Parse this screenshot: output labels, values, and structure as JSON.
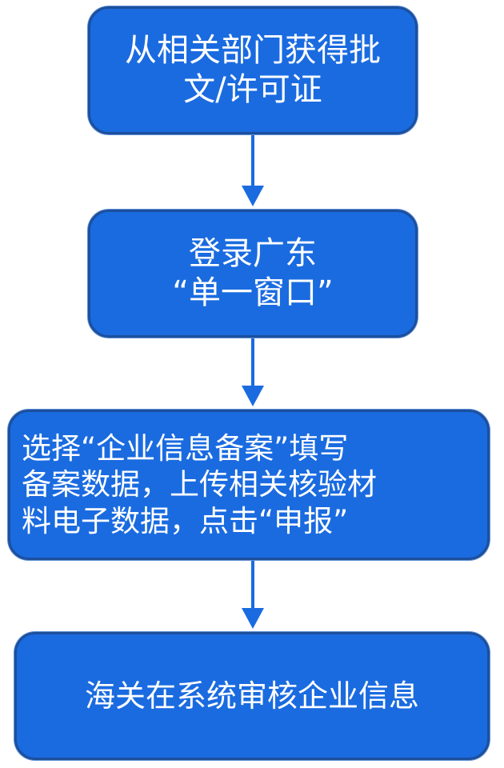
{
  "steps": [
    {
      "lines": [
        "从相关部门获得批",
        "文/许可证"
      ]
    },
    {
      "lines": [
        "登录广东",
        "“单一窗口”"
      ]
    },
    {
      "lines": [
        "选择“企业信息备案”填写",
        "备案数据，上传相关核验材",
        "料电子数据，点击“申报”"
      ]
    },
    {
      "lines": [
        "海关在系统审核企业信息"
      ]
    }
  ],
  "colors": {
    "box_fill": "#1a6be0",
    "box_border": "#1d4f9c",
    "arrow": "#1a6be0",
    "text": "#ffffff"
  }
}
